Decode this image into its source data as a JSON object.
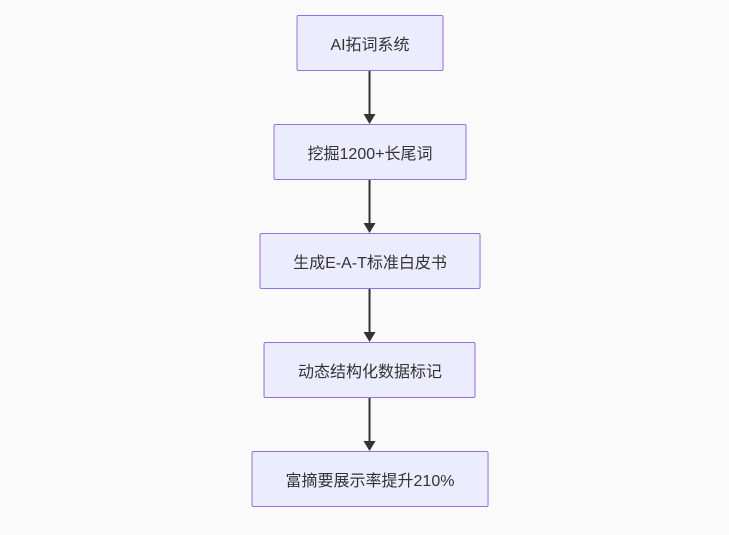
{
  "diagram": {
    "type": "flowchart",
    "direction": "top-down",
    "nodes": [
      {
        "id": "n1",
        "label": "AI拓词系统"
      },
      {
        "id": "n2",
        "label": "挖掘1200+长尾词"
      },
      {
        "id": "n3",
        "label": "生成E-A-T标准白皮书"
      },
      {
        "id": "n4",
        "label": "动态结构化数据标记"
      },
      {
        "id": "n5",
        "label": "富摘要展示率提升210%"
      }
    ],
    "edges": [
      {
        "from": "n1",
        "to": "n2"
      },
      {
        "from": "n2",
        "to": "n3"
      },
      {
        "from": "n3",
        "to": "n4"
      },
      {
        "from": "n4",
        "to": "n5"
      }
    ]
  },
  "colors": {
    "background": "#fafafa",
    "node_fill": "#ECECFF",
    "node_border": "#9370DB",
    "node_text": "#333333",
    "arrow": "#333333"
  }
}
